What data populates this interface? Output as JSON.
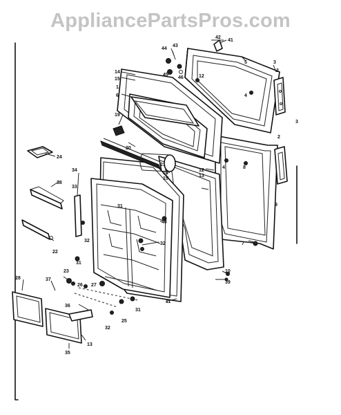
{
  "watermark": "AppliancePartsPros.com",
  "callouts": [
    {
      "id": "c42",
      "text": "42"
    },
    {
      "id": "c41",
      "text": "41"
    },
    {
      "id": "c44",
      "text": "44"
    },
    {
      "id": "c43",
      "text": "43"
    },
    {
      "id": "c45",
      "text": "45"
    },
    {
      "id": "c46",
      "text": "46"
    },
    {
      "id": "c5",
      "text": "5"
    },
    {
      "id": "c3a",
      "text": "3"
    },
    {
      "id": "c2a",
      "text": "2"
    },
    {
      "id": "c12a",
      "text": "12"
    },
    {
      "id": "c4a",
      "text": "4"
    },
    {
      "id": "c14a",
      "text": "14"
    },
    {
      "id": "c15a",
      "text": "15"
    },
    {
      "id": "c1",
      "text": "1"
    },
    {
      "id": "c6",
      "text": "6"
    },
    {
      "id": "c19",
      "text": "19"
    },
    {
      "id": "c20",
      "text": "20"
    },
    {
      "id": "c21",
      "text": "21"
    },
    {
      "id": "c2b",
      "text": "2"
    },
    {
      "id": "c3b",
      "text": "3"
    },
    {
      "id": "c4b",
      "text": "4"
    },
    {
      "id": "c8",
      "text": "8"
    },
    {
      "id": "c12b",
      "text": "12"
    },
    {
      "id": "c13a",
      "text": "13"
    },
    {
      "id": "c14b",
      "text": "14"
    },
    {
      "id": "c15b",
      "text": "15"
    },
    {
      "id": "c24",
      "text": "24"
    },
    {
      "id": "c34",
      "text": "34"
    },
    {
      "id": "c38",
      "text": "38"
    },
    {
      "id": "c33",
      "text": "33"
    },
    {
      "id": "c32a",
      "text": "32"
    },
    {
      "id": "c22",
      "text": "22"
    },
    {
      "id": "c31a",
      "text": "31"
    },
    {
      "id": "c40",
      "text": "40"
    },
    {
      "id": "c9",
      "text": "9"
    },
    {
      "id": "c7",
      "text": "7"
    },
    {
      "id": "c10",
      "text": "10"
    },
    {
      "id": "c39",
      "text": "39"
    },
    {
      "id": "c11",
      "text": "11"
    },
    {
      "id": "c23",
      "text": "23"
    },
    {
      "id": "c31b",
      "text": "31"
    },
    {
      "id": "c26",
      "text": "26"
    },
    {
      "id": "c27",
      "text": "27"
    },
    {
      "id": "c36",
      "text": "36"
    },
    {
      "id": "c37",
      "text": "37"
    },
    {
      "id": "c28",
      "text": "28"
    },
    {
      "id": "c35",
      "text": "35"
    },
    {
      "id": "c13b",
      "text": "13"
    },
    {
      "id": "c32b",
      "text": "32"
    },
    {
      "id": "c25",
      "text": "25"
    },
    {
      "id": "c31c",
      "text": "31"
    },
    {
      "id": "c32c",
      "text": "32"
    }
  ]
}
